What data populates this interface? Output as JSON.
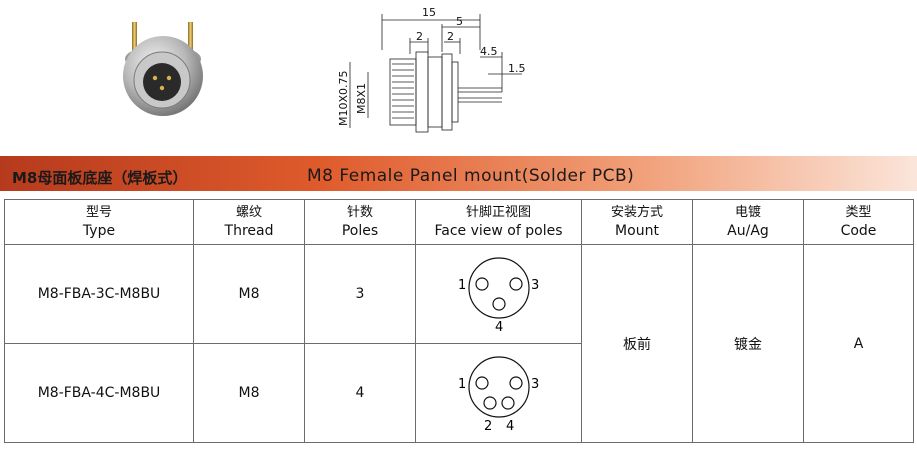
{
  "banner": {
    "title_cn": "M8母面板底座（焊板式）",
    "title_en": "M8 Female Panel mount(Solder PCB)"
  },
  "drawing": {
    "dim_15": "15",
    "dim_5": "5",
    "dim_2a": "2",
    "dim_2b": "2",
    "dim_4_5": "4.5",
    "dim_1_5": "1.5",
    "thread_outer": "M10X0.75",
    "thread_inner": "M8X1"
  },
  "table": {
    "headers": [
      {
        "cn": "型号",
        "en": "Type"
      },
      {
        "cn": "螺纹",
        "en": "Thread"
      },
      {
        "cn": "针数",
        "en": "Poles"
      },
      {
        "cn": "针脚正视图",
        "en": "Face view of poles"
      },
      {
        "cn": "安装方式",
        "en": "Mount"
      },
      {
        "cn": "电镀",
        "en": "Au/Ag"
      },
      {
        "cn": "类型",
        "en": "Code"
      }
    ],
    "rows": [
      {
        "type": "M8-FBA-3C-M8BU",
        "thread": "M8",
        "poles": "3",
        "pin_labels": {
          "left": "1",
          "right": "3",
          "bottom": "4"
        }
      },
      {
        "type": "M8-FBA-4C-M8BU",
        "thread": "M8",
        "poles": "4",
        "pin_labels": {
          "left": "1",
          "right": "3",
          "bottom_left": "2",
          "bottom_right": "4"
        }
      }
    ],
    "mount": "板前",
    "plating": "镀金",
    "code": "A"
  }
}
